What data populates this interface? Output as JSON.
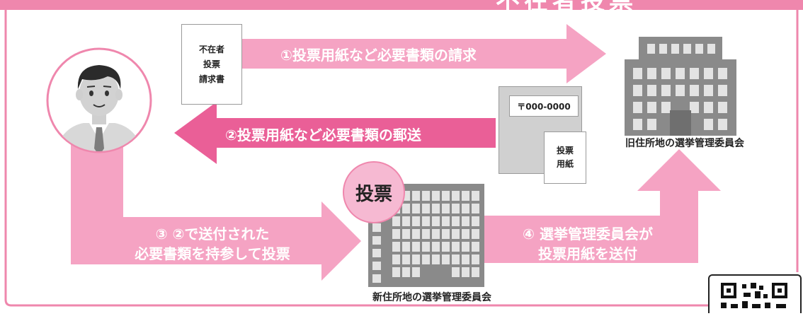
{
  "header": {
    "title": "不在者投票"
  },
  "colors": {
    "frame": "#ef87ad",
    "arrow_light": "#f5a3c3",
    "arrow_dark": "#ea5f97",
    "vote_circle": "#f6b9d2",
    "building_gray": "#8a8a8a",
    "building_window": "#e3e3e3"
  },
  "form_card": {
    "lines": [
      "不在者",
      "投票",
      "請求書"
    ]
  },
  "envelope": {
    "postal_code": "〒000-0000"
  },
  "ballot_card": {
    "lines": [
      "投票",
      "用紙"
    ]
  },
  "steps": {
    "step1": "①投票用紙など必要書類の請求",
    "step2": "②投票用紙など必要書類の郵送",
    "step3_line1": "③ ②で送付された",
    "step3_line2": "必要書類を持参して投票",
    "step4_line1": "④ 選挙管理委員会が",
    "step4_line2": "投票用紙を送付"
  },
  "vote_badge": "投票",
  "old_office_label": "旧住所地の選挙管理委員会",
  "new_office_label": "新住所地の選挙管理委員会",
  "icons": [
    "voter-avatar-icon",
    "office-building-icon",
    "qr-code-icon"
  ]
}
